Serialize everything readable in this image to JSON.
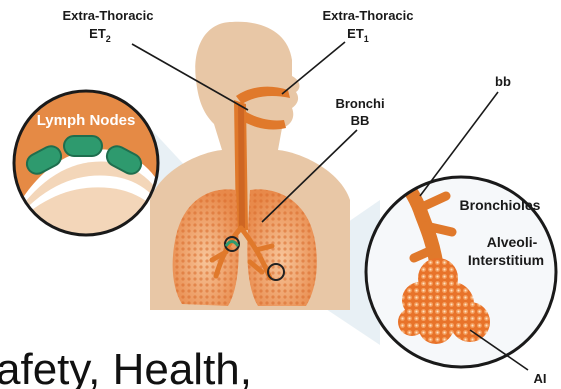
{
  "labels": {
    "et2_line1": "Extra-Thoracic",
    "et2_line2": "ET",
    "et2_sub": "2",
    "et1_line1": "Extra-Thoracic",
    "et1_line2": "ET",
    "et1_sub": "1",
    "bronchi_line1": "Bronchi",
    "bronchi_line2": "BB",
    "bb": "bb",
    "lymph_nodes": "Lymph Nodes",
    "bronchioles": "Bronchioles",
    "alveoli_line1": "Alveoli-",
    "alveoli_line2": "Interstitium",
    "ai": "AI"
  },
  "caption": {
    "text": "afety, Health,"
  },
  "colors": {
    "skin": "#e8c7a6",
    "skin_shadow": "#d9b08c",
    "airway": "#e0792b",
    "airway_dark": "#b8501a",
    "lung": "#f0a870",
    "lymph_bg": "#e58a45",
    "lymph_node": "#2e9a6e",
    "magnifier_bg": "#f6f8fa",
    "ray": "#dbe8f1"
  }
}
